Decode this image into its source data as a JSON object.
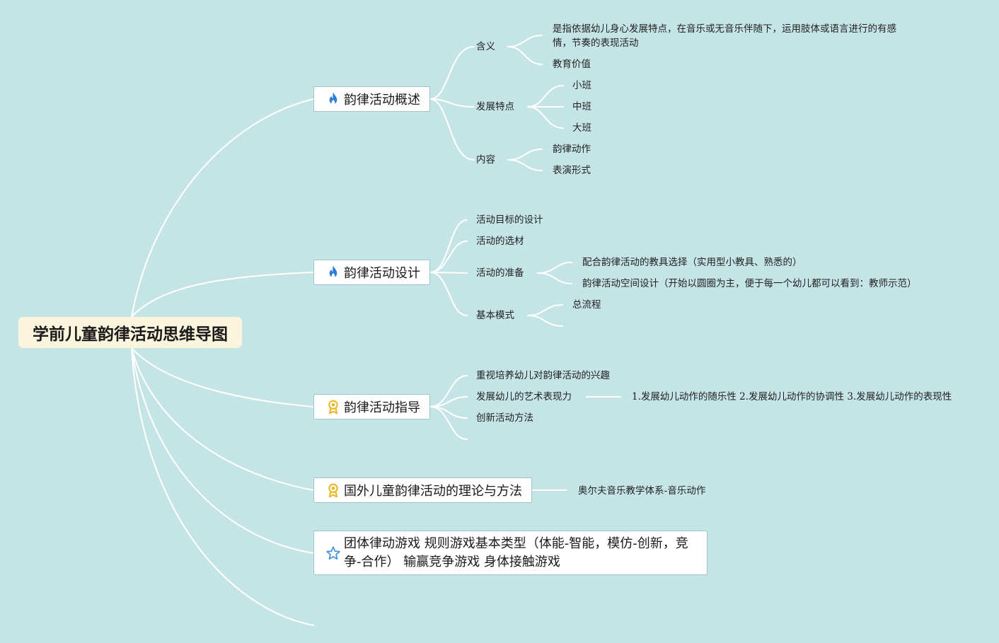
{
  "root": {
    "title": "学前儿童韵律活动思维导图"
  },
  "branches": [
    {
      "label": "韵律活动概述",
      "icon": "fire-icon",
      "children": [
        {
          "label": "含义",
          "children": [
            "是指依据幼儿身心发展特点，在音乐或无音乐伴随下，运用肢体或语言进行的有感情，节奏的表现活动",
            "教育价值"
          ]
        },
        {
          "label": "发展特点",
          "children": [
            "小班",
            "中班",
            "大班"
          ]
        },
        {
          "label": "内容",
          "children": [
            "韵律动作",
            "表演形式"
          ]
        }
      ]
    },
    {
      "label": "韵律活动设计",
      "icon": "fire-icon",
      "children": [
        {
          "label": "活动目标的设计",
          "children": []
        },
        {
          "label": "活动的选材",
          "children": []
        },
        {
          "label": "活动的准备",
          "children": [
            "配合韵律活动的教具选择（实用型小教具、熟悉的）",
            "韵律活动空间设计（开始以圆圈为主，便于每一个幼儿都可以看到：教师示范）"
          ]
        },
        {
          "label": "基本模式",
          "children": [
            "总流程"
          ]
        }
      ]
    },
    {
      "label": "韵律活动指导",
      "icon": "award-icon",
      "children": [
        {
          "label": "重视培养幼儿对韵律活动的兴趣",
          "children": []
        },
        {
          "label": "发展幼儿的艺术表现力",
          "children": [
            "1.发展幼儿动作的随乐性 2.发展幼儿动作的协调性 3.发展幼儿动作的表现性"
          ]
        },
        {
          "label": "创新活动方法",
          "children": []
        }
      ]
    },
    {
      "label": "国外儿童韵律活动的理论与方法",
      "icon": "award-icon",
      "children": [
        {
          "label": "奥尔夫音乐教学体系-音乐动作",
          "children": []
        }
      ]
    },
    {
      "label": "团体律动游戏 规则游戏基本类型（体能-智能，模仿-创新，竞争-合作） 输赢竞争游戏 身体接触游戏",
      "icon": "star-icon",
      "children": []
    }
  ],
  "colors": {
    "background": "#c5e4e6",
    "root_fill": "#fcf5de",
    "line": "#ffffff",
    "fire": "#2b7fd8",
    "award": "#e9b820",
    "star": "#3d8fdb"
  }
}
